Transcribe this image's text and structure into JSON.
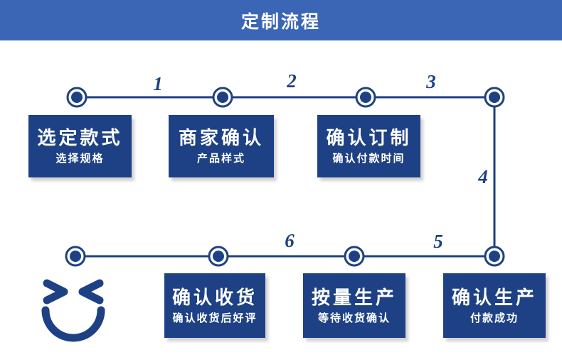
{
  "header": {
    "title": "定制流程"
  },
  "colors": {
    "header_bg": "#3b66b5",
    "primary": "#1d4184",
    "box_bg": "#1d4184",
    "text_on_dark": "#ffffff"
  },
  "flow": {
    "numbers": [
      "1",
      "2",
      "3",
      "4",
      "5",
      "6"
    ],
    "steps": [
      {
        "title": "选定款式",
        "subtitle": "选择规格"
      },
      {
        "title": "商家确认",
        "subtitle": "产品样式"
      },
      {
        "title": "确认订制",
        "subtitle": "确认付款时间"
      },
      {
        "title": "确认生产",
        "subtitle": "付款成功"
      },
      {
        "title": "按量生产",
        "subtitle": "等待收货确认"
      },
      {
        "title": "确认收货",
        "subtitle": "确认收货后好评"
      }
    ]
  },
  "icons": {
    "smiley": "winking-smiley-icon"
  }
}
